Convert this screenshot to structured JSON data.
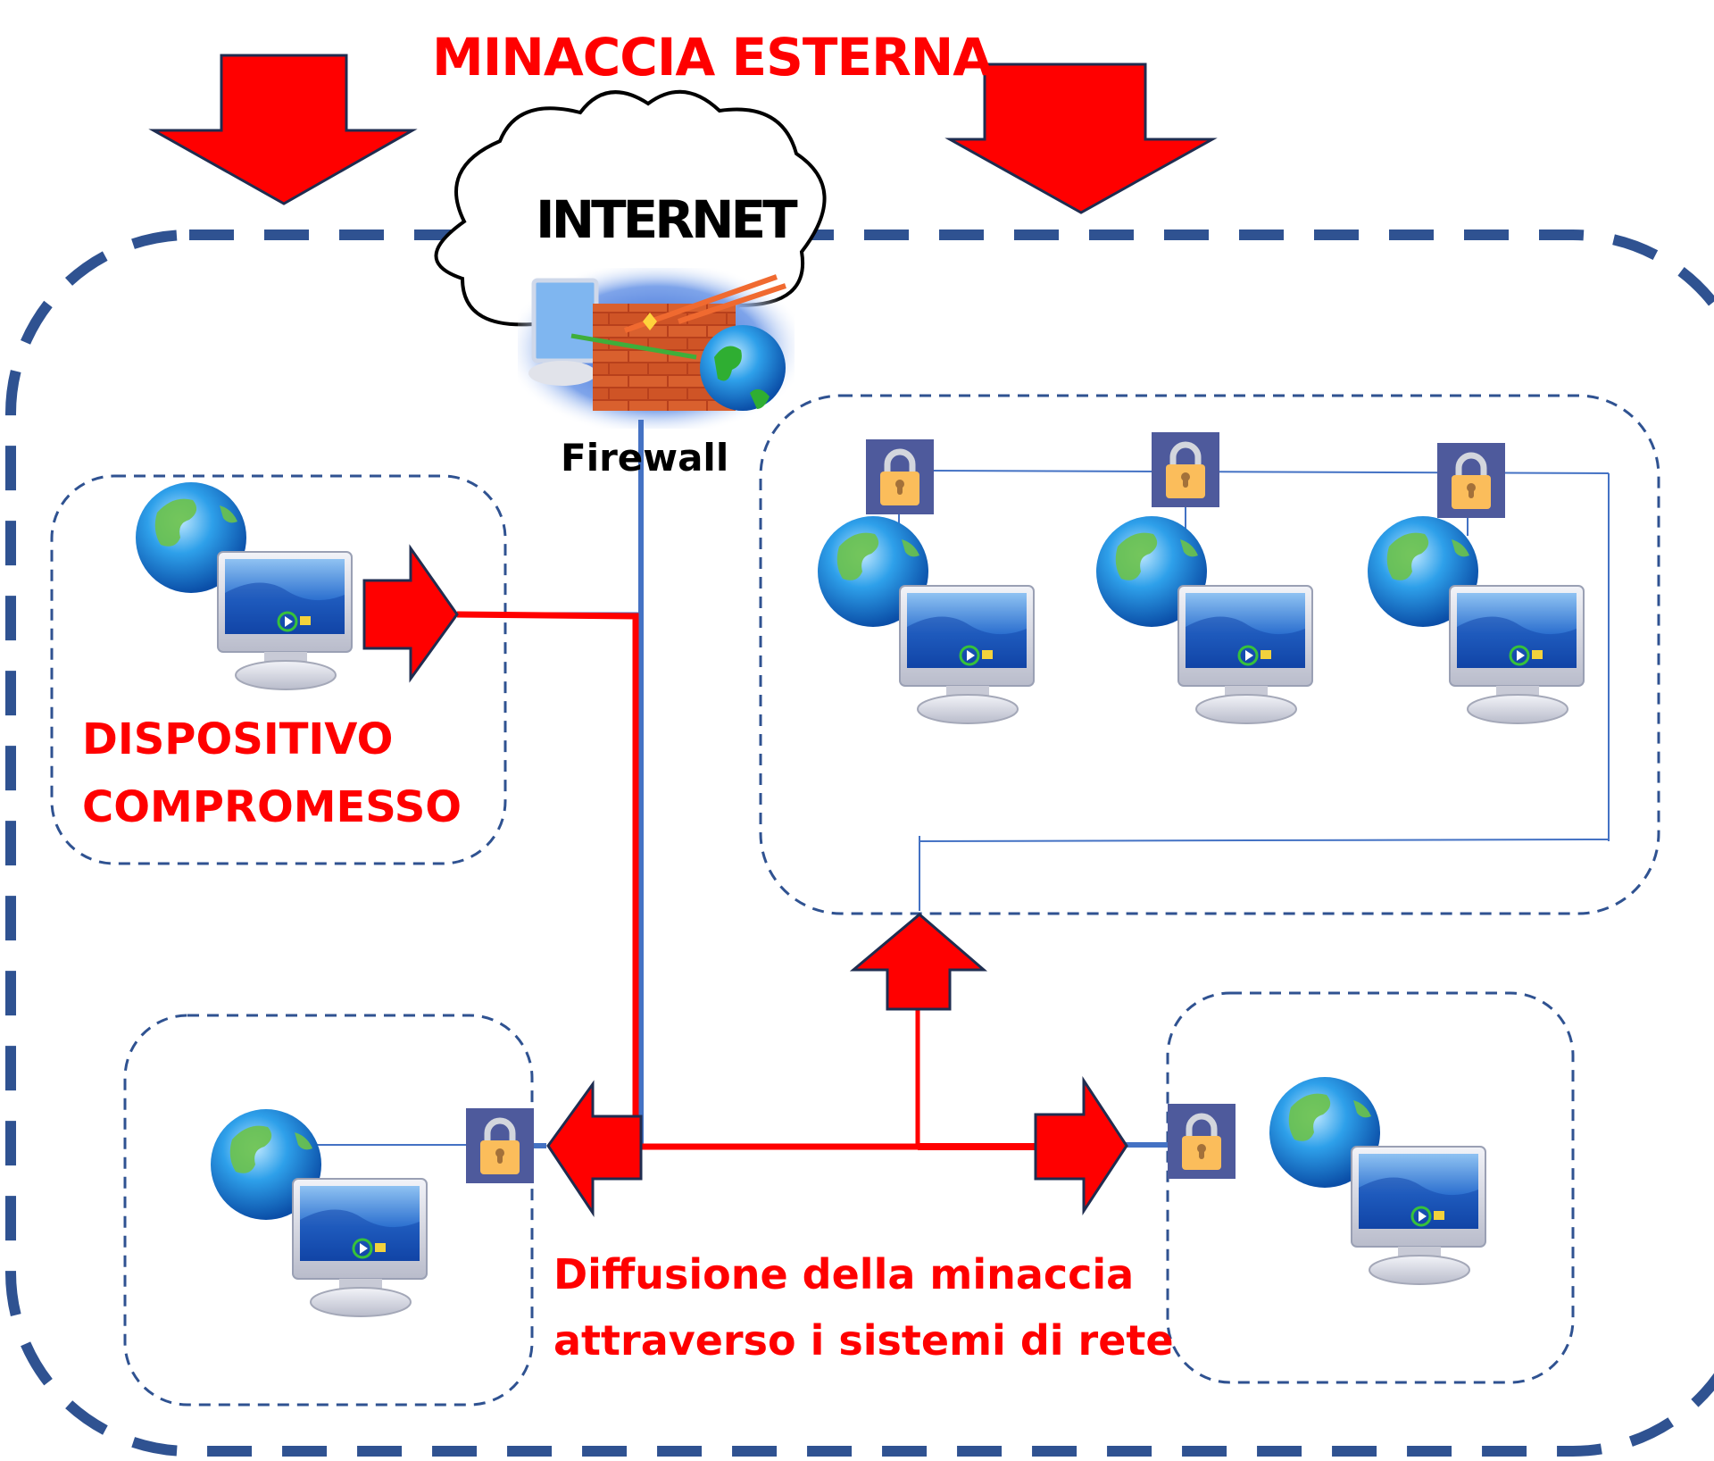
{
  "title": "MINACCIA ESTERNA",
  "cloud_label": "INTERNET",
  "firewall_label": "Firewall",
  "compromised_device": {
    "line1": "DISPOSITIVO",
    "line2": "COMPROMESSO"
  },
  "spread_caption": {
    "line1": "Diffusione della minaccia",
    "line2": "attraverso i sistemi di rete"
  },
  "colors": {
    "threat_red": "#ff0000",
    "arrow_outline": "#1f2d50",
    "network_border": "#2f5291",
    "link_blue": "#4472c4",
    "lock_bg": "#4e5a9c",
    "lock_body": "#fbbd5b"
  },
  "nodes": {
    "compromised": {
      "icon": "computer-globe-icon",
      "locked": false
    },
    "segment_top_right": [
      {
        "icon": "computer-globe-icon",
        "locked": true
      },
      {
        "icon": "computer-globe-icon",
        "locked": true
      },
      {
        "icon": "computer-globe-icon",
        "locked": true
      }
    ],
    "segment_bottom_left": {
      "icon": "computer-globe-icon",
      "locked": true
    },
    "segment_bottom_right": {
      "icon": "computer-globe-icon",
      "locked": true
    }
  }
}
